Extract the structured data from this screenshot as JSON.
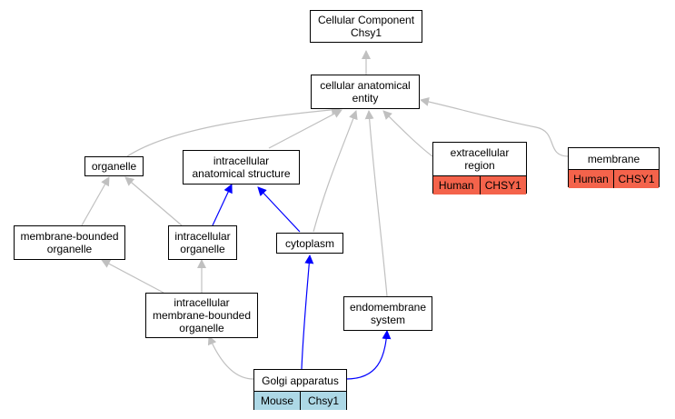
{
  "nodes": {
    "cellular_component": {
      "label": "Cellular Component\nChsy1"
    },
    "cellular_anatomical_entity": {
      "label": "cellular anatomical\nentity"
    },
    "organelle": {
      "label": "organelle"
    },
    "intracellular_anatomical_structure": {
      "label": "intracellular\nanatomical structure"
    },
    "extracellular_region": {
      "label": "extracellular\nregion",
      "tags": [
        "Human",
        "CHSY1"
      ]
    },
    "membrane": {
      "label": "membrane",
      "tags": [
        "Human",
        "CHSY1"
      ]
    },
    "membrane_bounded_organelle": {
      "label": "membrane-bounded\norganelle"
    },
    "intracellular_organelle": {
      "label": "intracellular\norganelle"
    },
    "cytoplasm": {
      "label": "cytoplasm"
    },
    "intracellular_membrane_bounded_organelle": {
      "label": "intracellular\nmembrane-bounded\norganelle"
    },
    "endomembrane_system": {
      "label": "endomembrane\nsystem"
    },
    "golgi_apparatus": {
      "label": "Golgi apparatus",
      "tags": [
        "Mouse",
        "Chsy1"
      ]
    }
  },
  "colors": {
    "human_tag": "#f4634b",
    "mouse_tag": "#add8e6",
    "edge_gray": "#c0c0c0",
    "edge_blue": "#0000ff"
  }
}
